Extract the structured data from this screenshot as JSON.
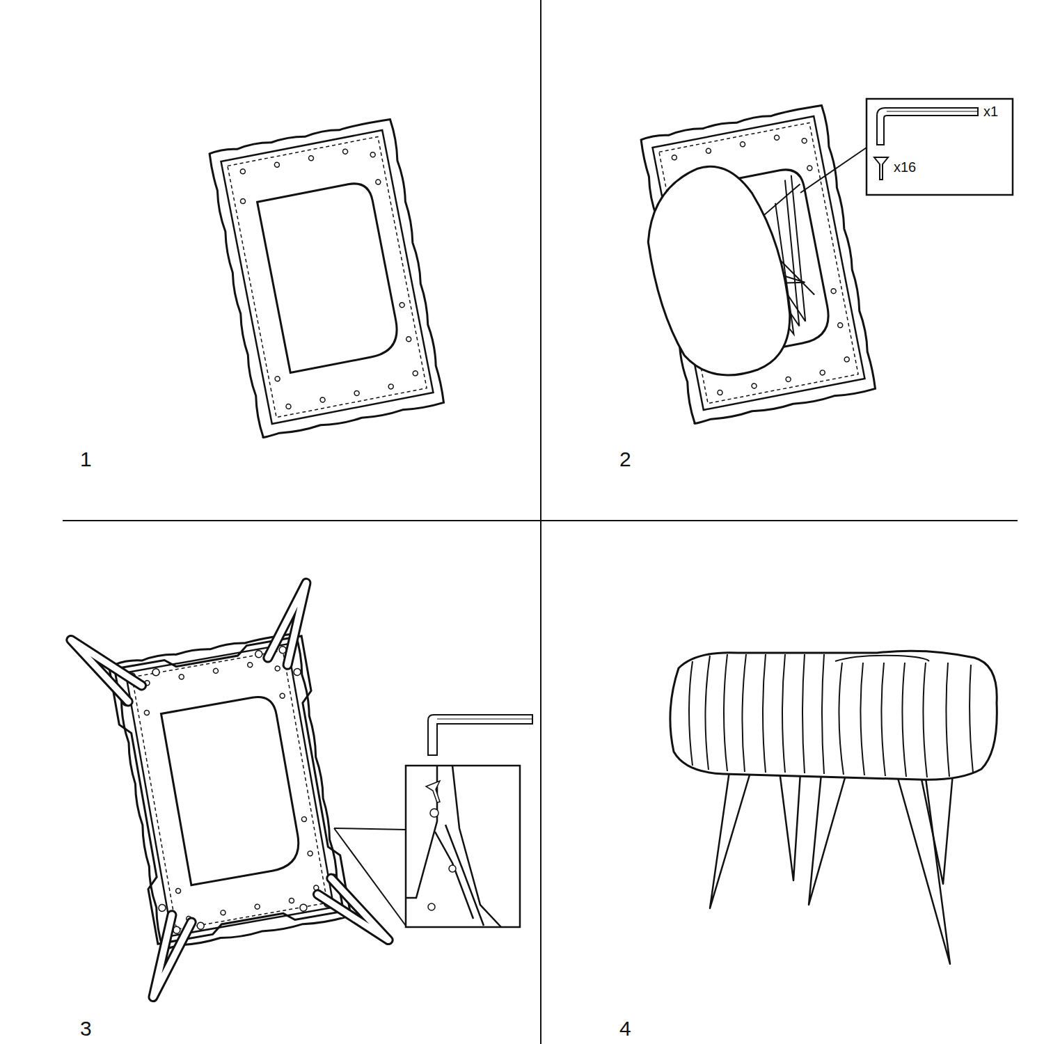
{
  "diagram": {
    "labels": [
      "x1",
      "x16",
      "1",
      "2",
      "3",
      "4"
    ]
  }
}
